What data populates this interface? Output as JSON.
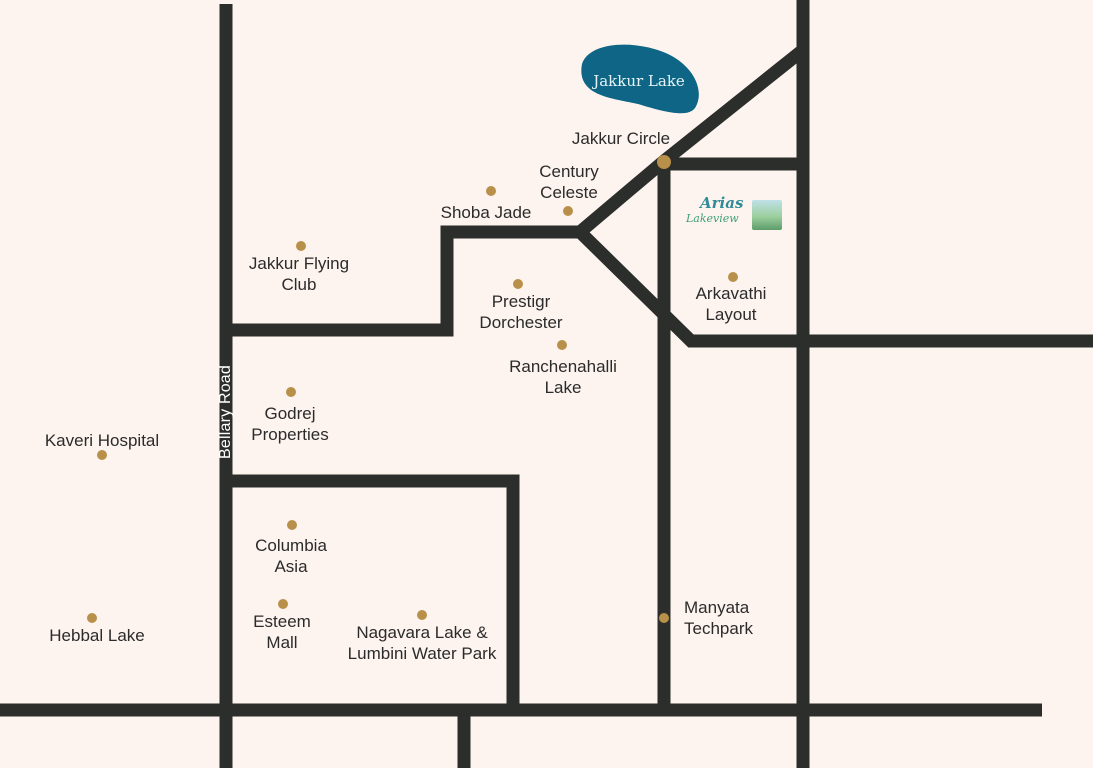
{
  "map": {
    "background_color": "#fdf4ef",
    "road_color": "#2b2e2b",
    "marker_color": "#b9904a",
    "lake_color": "#0e6585",
    "roads": [
      {
        "name": "Bellary Road",
        "label": "Bellary Road"
      }
    ],
    "water": [
      {
        "name": "Jakkur Lake",
        "label": "Jakkur Lake"
      }
    ],
    "logo": {
      "line1": "Arias",
      "line2": "Lakeview",
      "icon": "project-logo-icon"
    },
    "places": [
      {
        "id": "jakkur-circle",
        "label": "Jakkur Circle"
      },
      {
        "id": "century-celeste",
        "label": "Century\nCeleste"
      },
      {
        "id": "shoba-jade",
        "label": "Shoba Jade"
      },
      {
        "id": "jakkur-flying-club",
        "label": "Jakkur Flying\nClub"
      },
      {
        "id": "prestigr-dorchester",
        "label": "Prestigr\nDorchester"
      },
      {
        "id": "arkavathi-layout",
        "label": "Arkavathi\nLayout"
      },
      {
        "id": "ranchenahalli-lake",
        "label": "Ranchenahalli\nLake"
      },
      {
        "id": "godrej-properties",
        "label": "Godrej\nProperties"
      },
      {
        "id": "kaveri-hospital",
        "label": "Kaveri Hospital"
      },
      {
        "id": "columbia-asia",
        "label": "Columbia\nAsia"
      },
      {
        "id": "esteem-mall",
        "label": "Esteem\nMall"
      },
      {
        "id": "nagavara-lake",
        "label": "Nagavara Lake &\nLumbini Water Park"
      },
      {
        "id": "manyata-techpark",
        "label": "Manyata\nTechpark"
      },
      {
        "id": "hebbal-lake",
        "label": "Hebbal Lake"
      }
    ]
  }
}
